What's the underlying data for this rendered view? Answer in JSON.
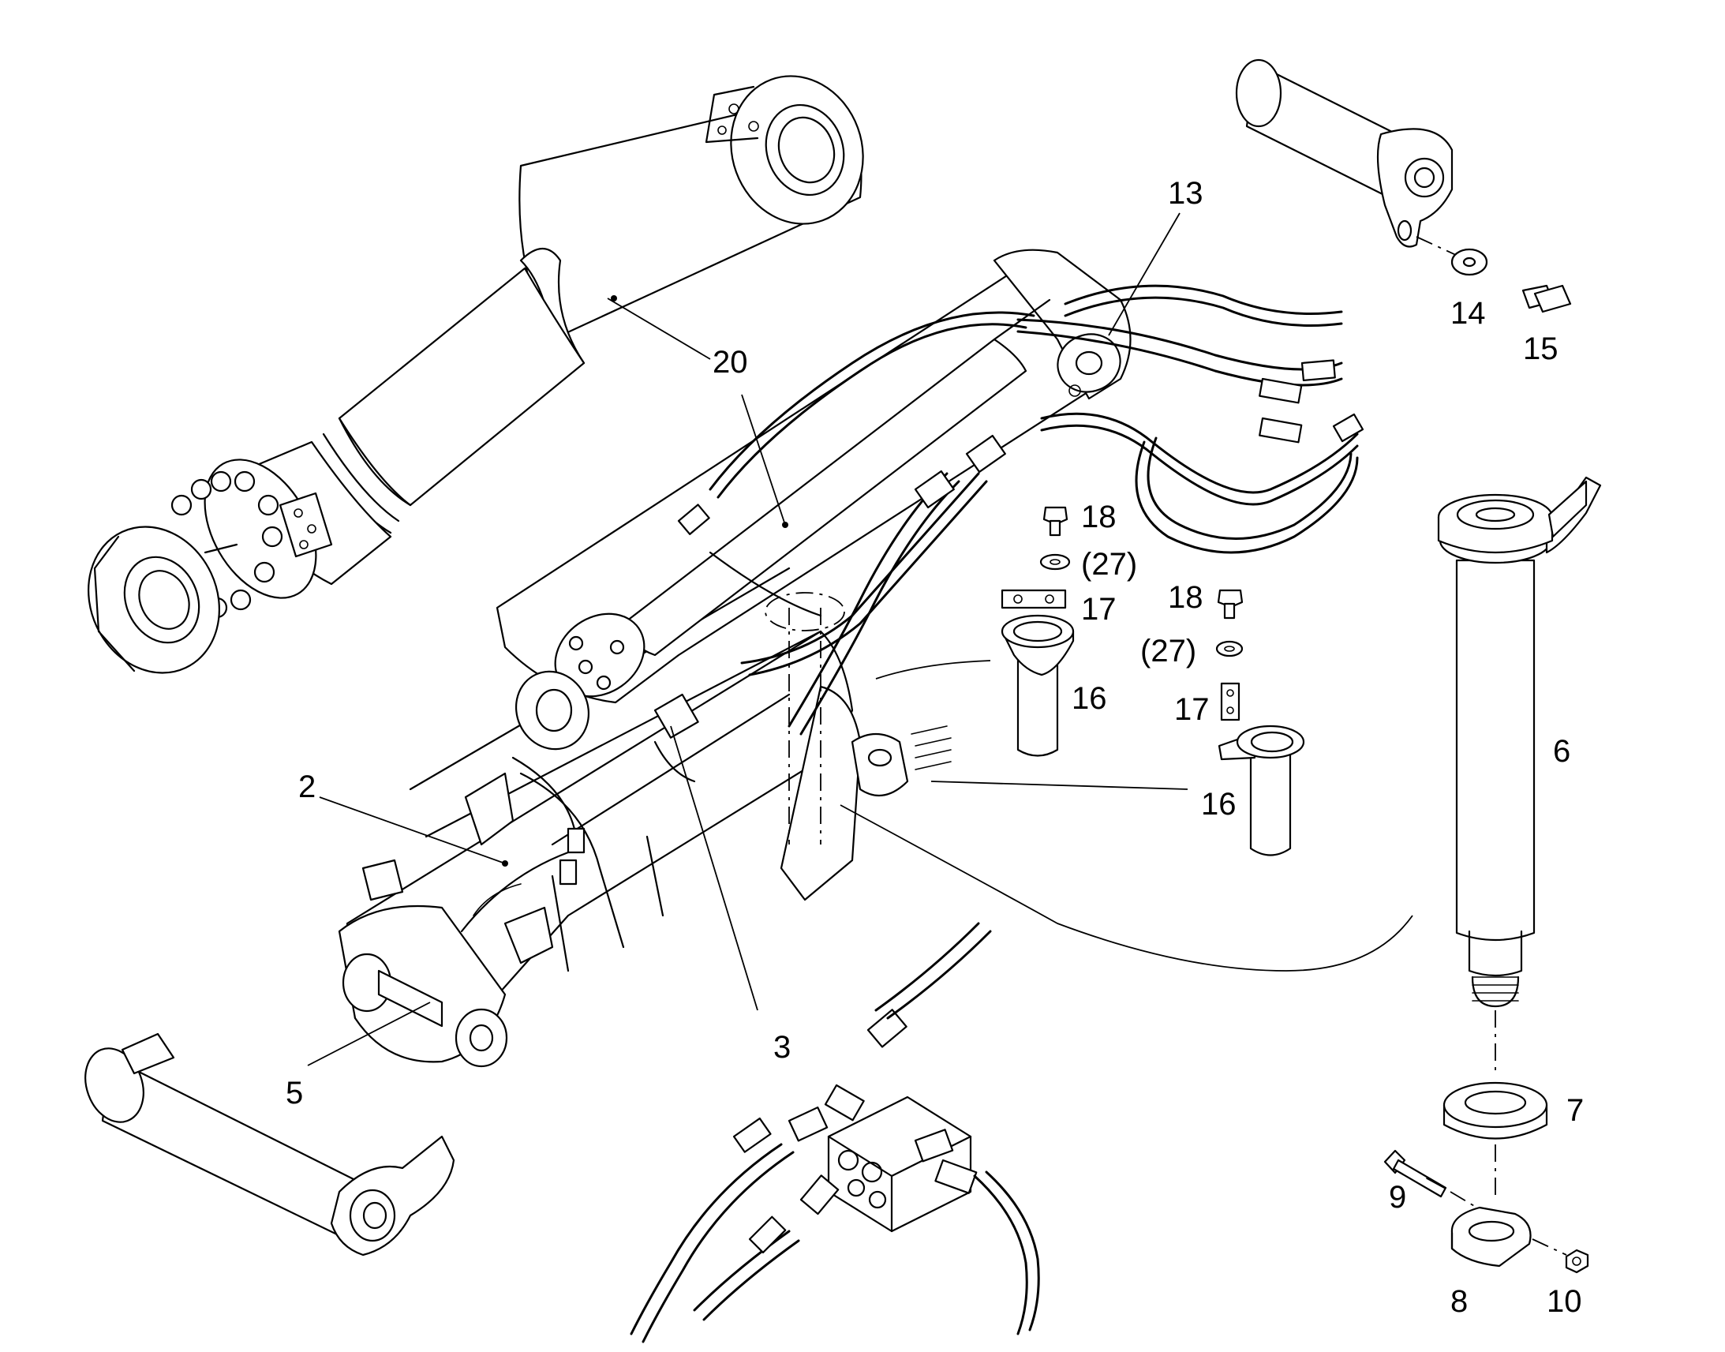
{
  "callouts": {
    "c2": "2",
    "c3": "3",
    "c5": "5",
    "c6": "6",
    "c7": "7",
    "c8": "8",
    "c9": "9",
    "c10": "10",
    "c13": "13",
    "c14": "14",
    "c15": "15",
    "c16a": "16",
    "c16b": "16",
    "c17a": "17",
    "c17b": "17",
    "c18a": "18",
    "c18b": "18",
    "c20": "20",
    "c27a": "(27)",
    "c27b": "(27)"
  },
  "style": {
    "line_color": "#000000",
    "background": "#ffffff"
  }
}
